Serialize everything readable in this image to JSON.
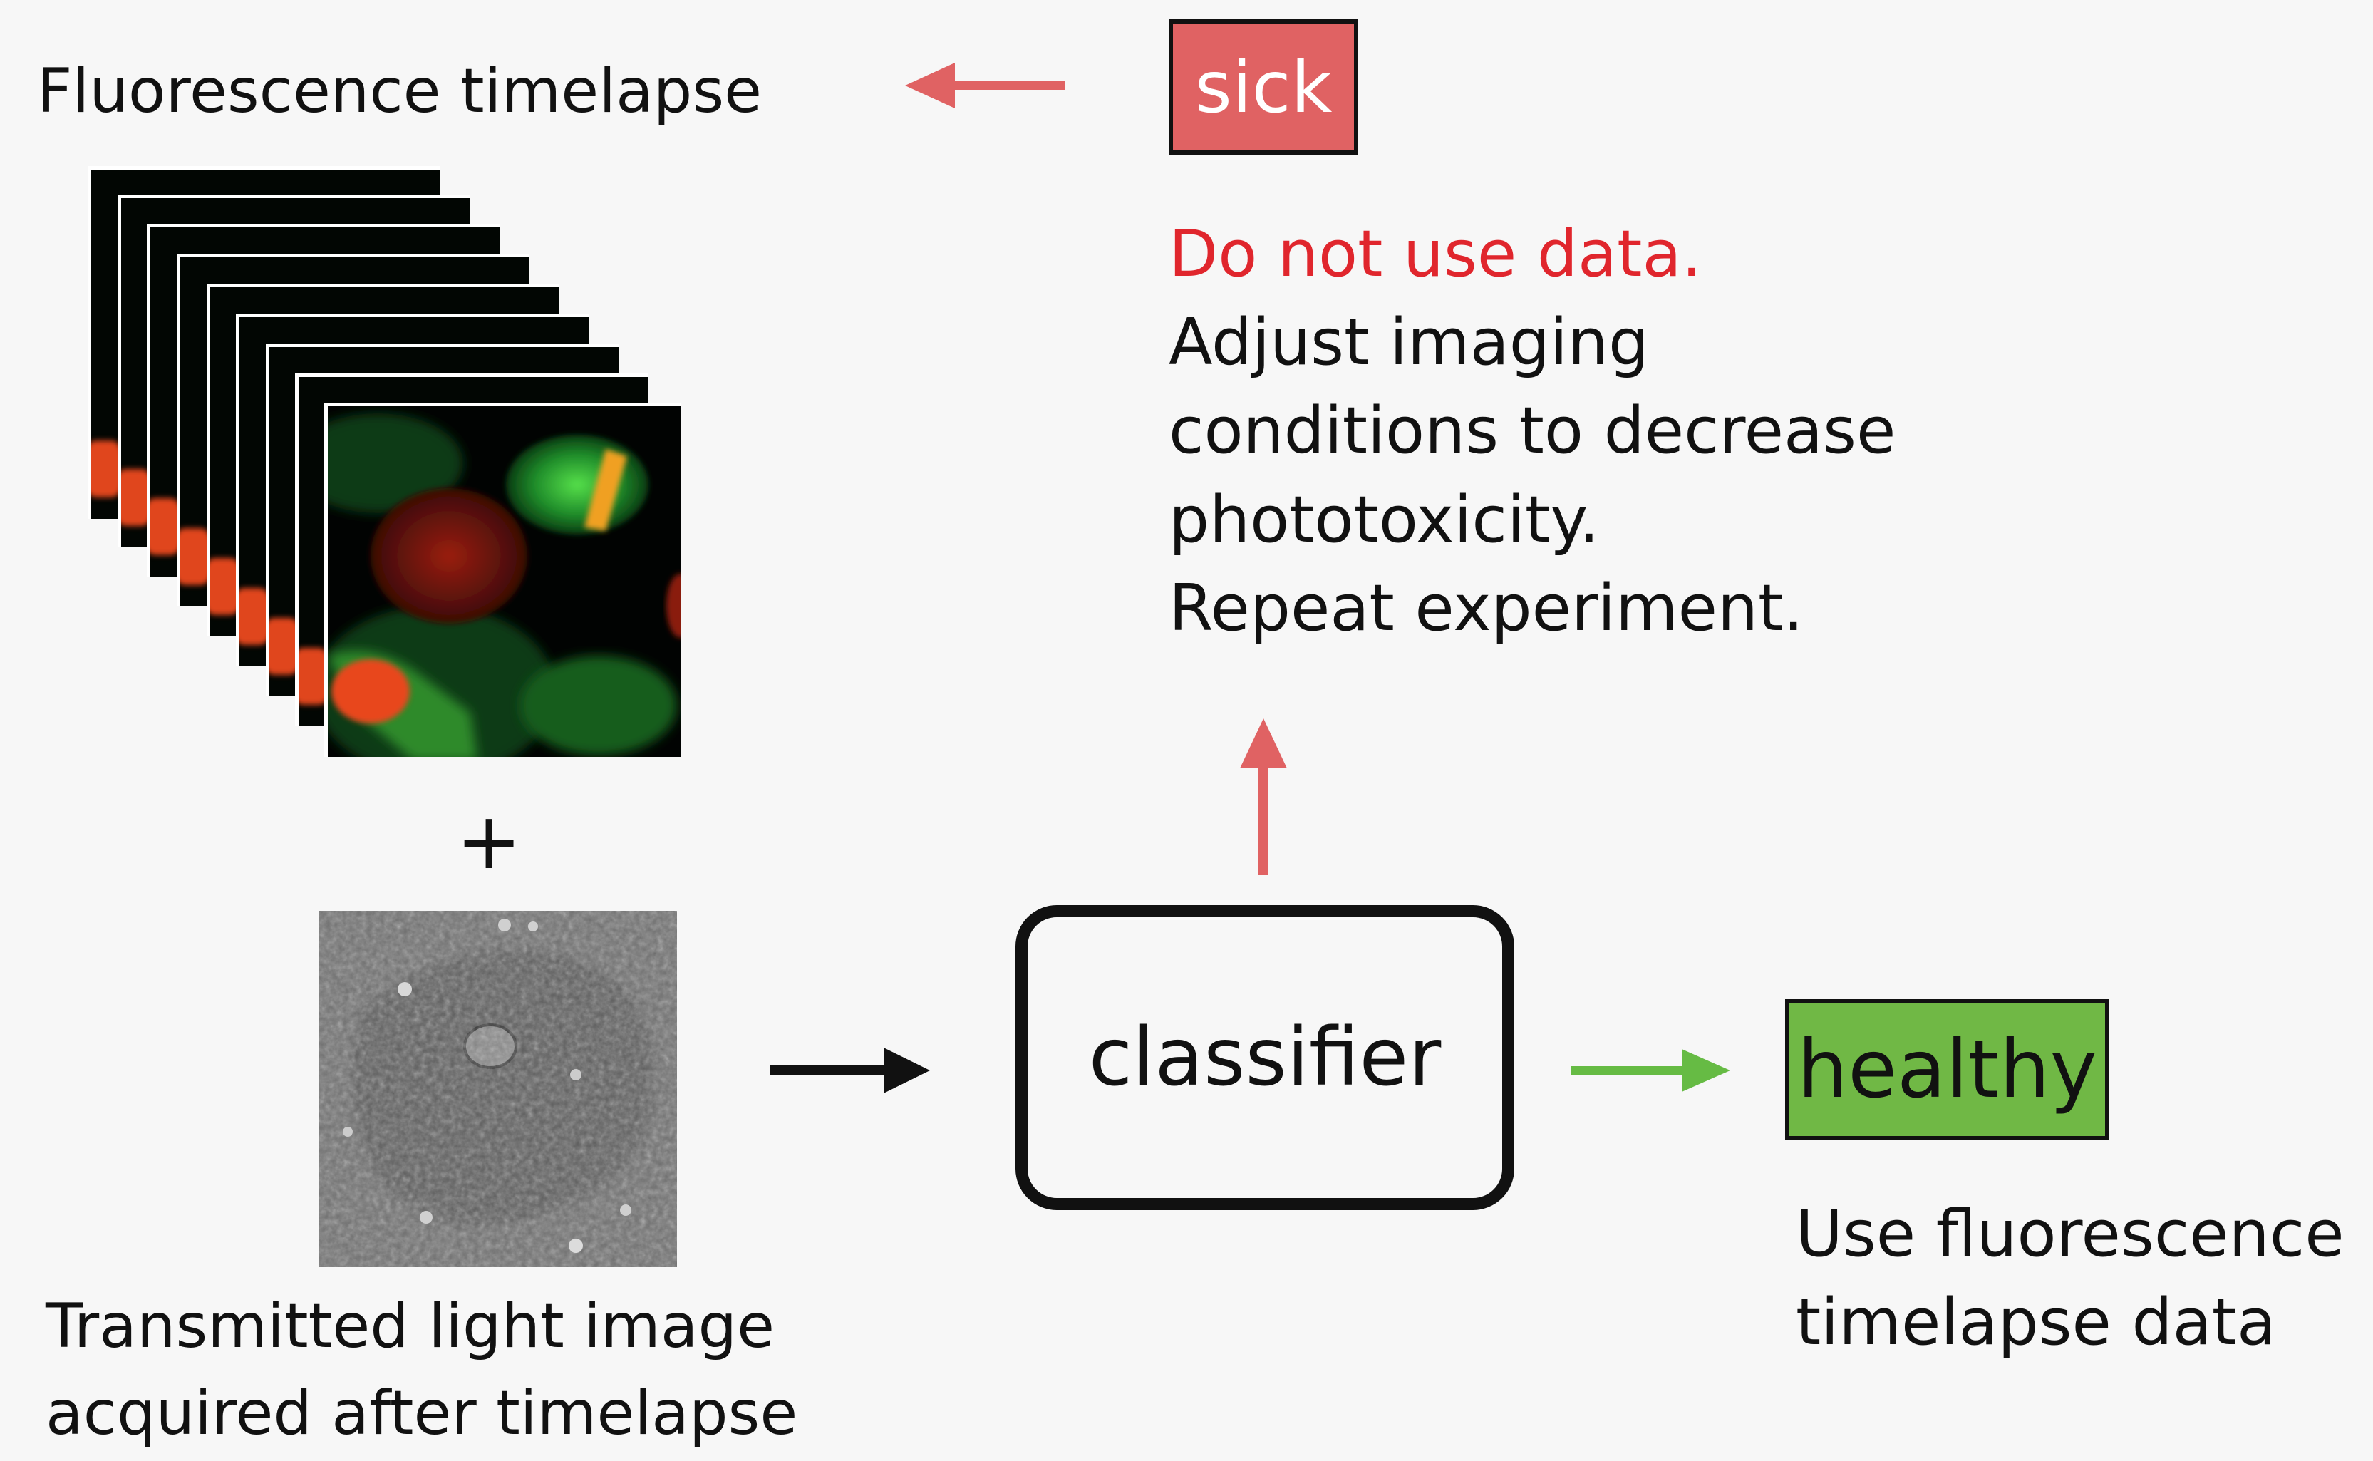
{
  "inputs": {
    "fluorescence_title": "Fluorescence timelapse",
    "plus_sign": "+",
    "transmitted_caption_line1": "Transmitted light image",
    "transmitted_caption_line2": "acquired after timelapse"
  },
  "classifier": {
    "label": "classifier"
  },
  "outputs": {
    "sick": {
      "label": "sick",
      "warning": "Do not use data.",
      "line1": "Adjust imaging",
      "line2": "conditions to decrease",
      "line3": "phototoxicity.",
      "line4": "Repeat experiment."
    },
    "healthy": {
      "label": "healthy",
      "line1": "Use fluorescence",
      "line2": "timelapse data"
    }
  },
  "colors": {
    "sick": "#e06263",
    "warning_text": "#e0262d",
    "healthy": "#70b845",
    "arrow_black": "#111111",
    "arrow_red": "#e06263",
    "arrow_green": "#66bb44",
    "background": "#f7f7f7"
  },
  "icons": {
    "fluorescence_stack": "fluorescence-image-stack",
    "transmitted_image": "transmitted-light-image"
  }
}
